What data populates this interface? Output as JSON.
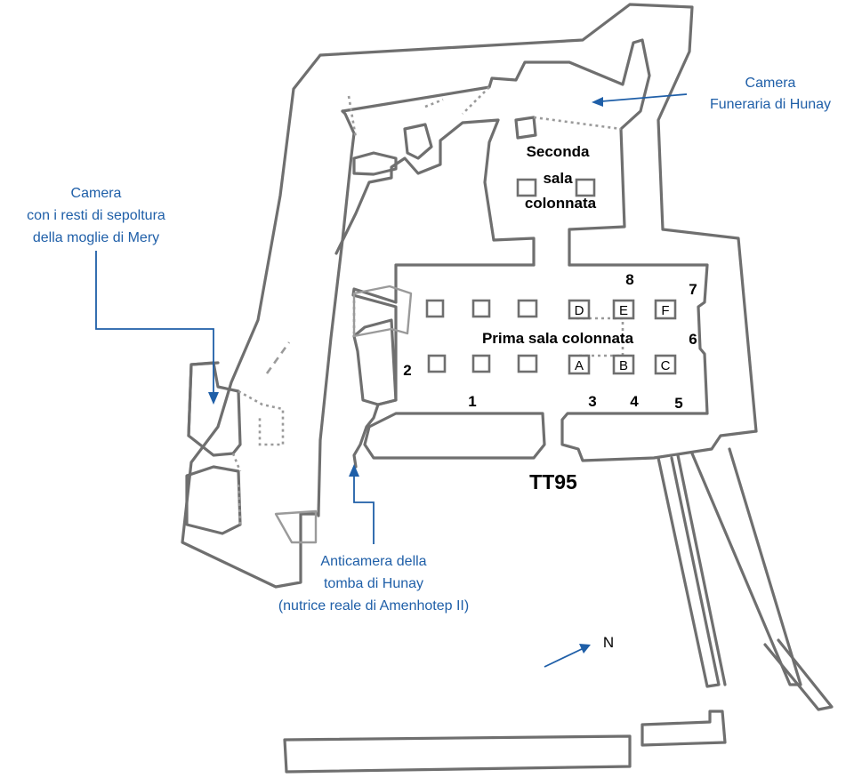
{
  "title": "TT95",
  "rooms": {
    "second_hall": [
      "Seconda",
      "sala",
      "colonnata"
    ],
    "first_hall": "Prima sala colonnata"
  },
  "callouts": {
    "burial_chamber_hunay": [
      "Camera",
      "Funeraria di Hunay"
    ],
    "mery_wife_chamber": [
      "Camera",
      "con i resti di sepoltura",
      "della moglie di Mery"
    ],
    "antechamber_hunay": [
      "Anticamera della",
      "tomba di Hunay",
      "(nutrice reale di Amenhotep II)"
    ]
  },
  "wall_numbers": [
    "1",
    "2",
    "3",
    "4",
    "5",
    "6",
    "7",
    "8"
  ],
  "pillar_letters": [
    "A",
    "B",
    "C",
    "D",
    "E",
    "F"
  ],
  "north_label": "N",
  "colors": {
    "wall": "#6f6f6f",
    "light_wall": "#9a9a9a",
    "annotation": "#1f5fa8"
  }
}
